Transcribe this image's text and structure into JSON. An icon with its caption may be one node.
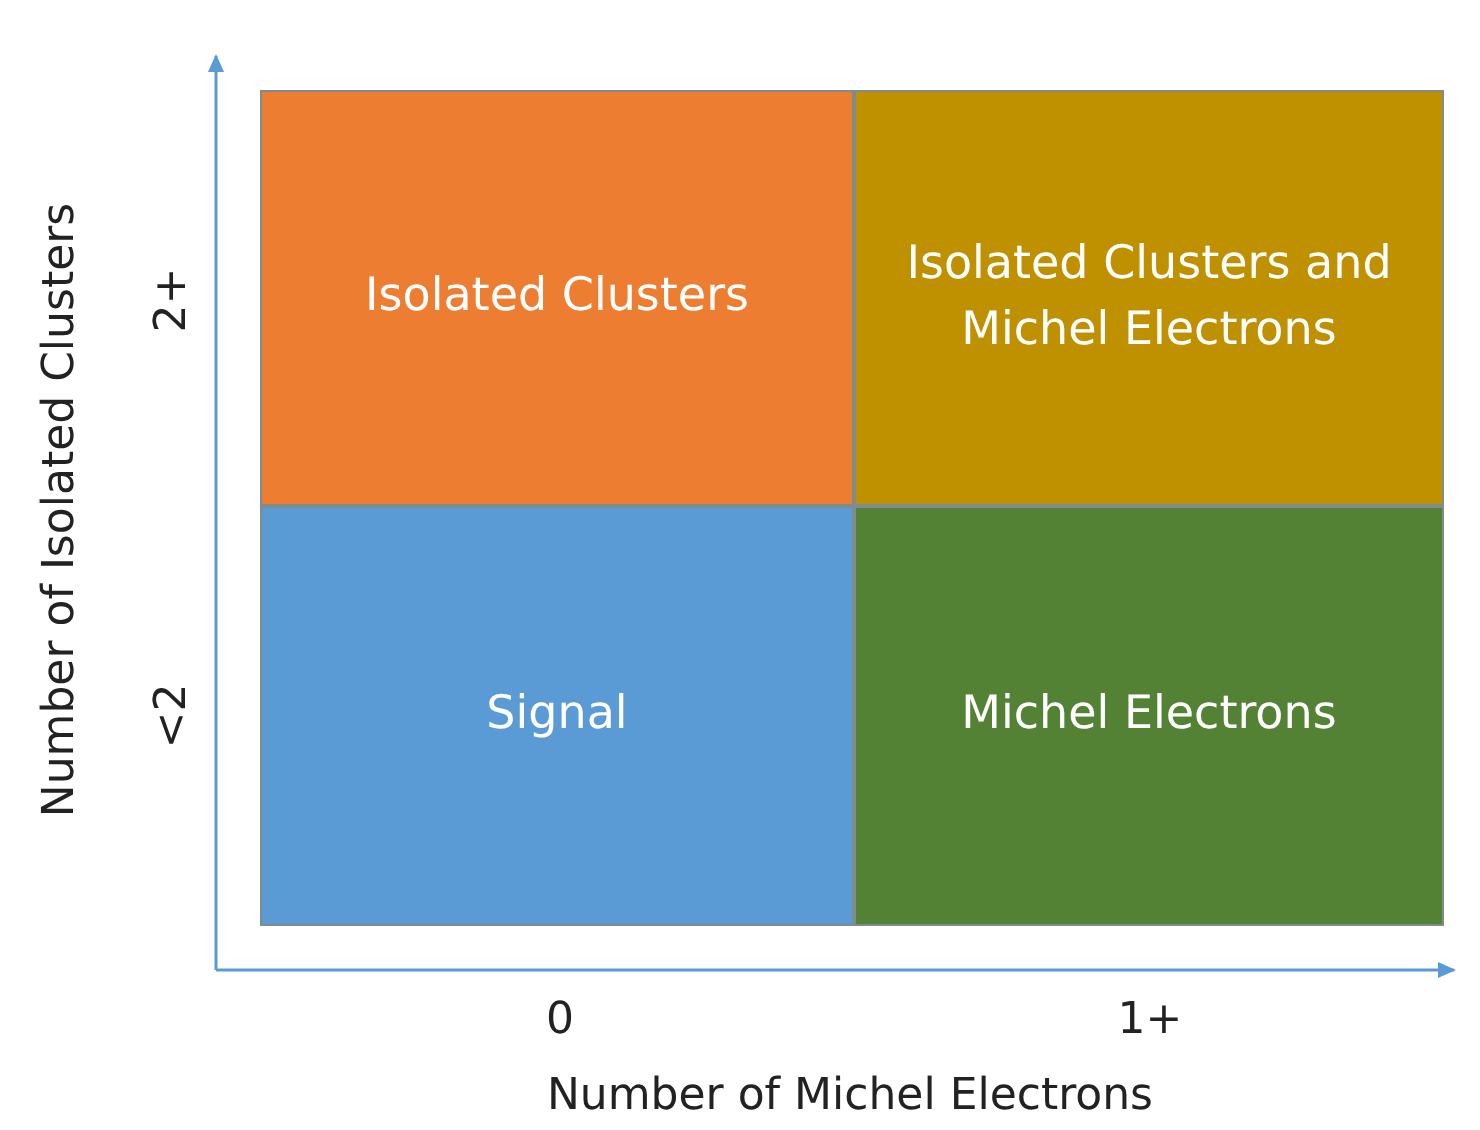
{
  "diagram": {
    "nodes": [
      {
        "text": [
          "Isolated Clusters"
        ]
      },
      {
        "text": [
          "Isolated Clusters and Michel Electrons"
        ]
      },
      {
        "text": [
          "Signal"
        ]
      },
      {
        "text": [
          "Michel Electrons"
        ]
      }
    ],
    "labels": [
      "Number of Isolated Clusters",
      "2+",
      "<2",
      "0",
      "1+",
      "Number of Michel Electrons"
    ]
  }
}
